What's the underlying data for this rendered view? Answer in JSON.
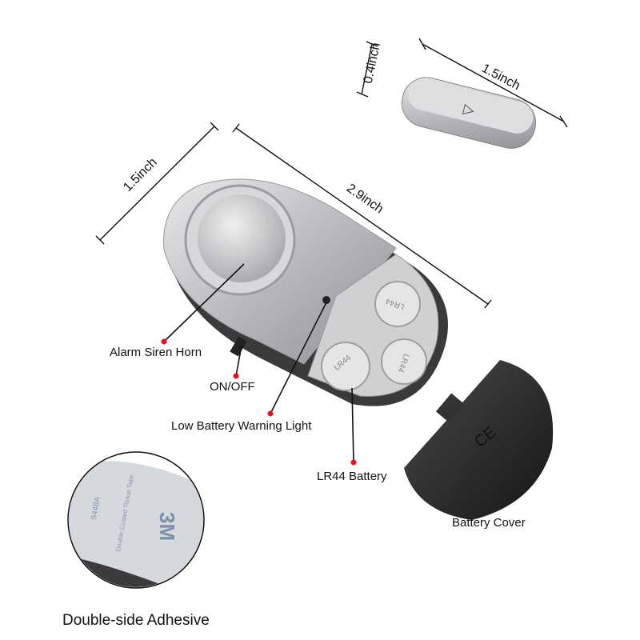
{
  "dimensions": {
    "sensor_height": "0.4inch",
    "sensor_length": "1.5inch",
    "alarm_width": "1.5inch",
    "alarm_length": "2.9inch"
  },
  "callouts": {
    "siren": "Alarm Siren Horn",
    "switch": "ON/OFF",
    "warning_light": "Low Battery Warning Light",
    "battery": "LR44 Battery",
    "cover": "Battery Cover",
    "adhesive": "Double-side Adhesive"
  },
  "battery_print": "LR44",
  "adhesive_print": {
    "brand": "3M",
    "code": "9448A",
    "desc": "Double Coated Tissue Tape"
  },
  "colors": {
    "callout_dot": "#e0141e",
    "body_silver": "#c9cacc",
    "cover_black": "#2a2a2c"
  }
}
